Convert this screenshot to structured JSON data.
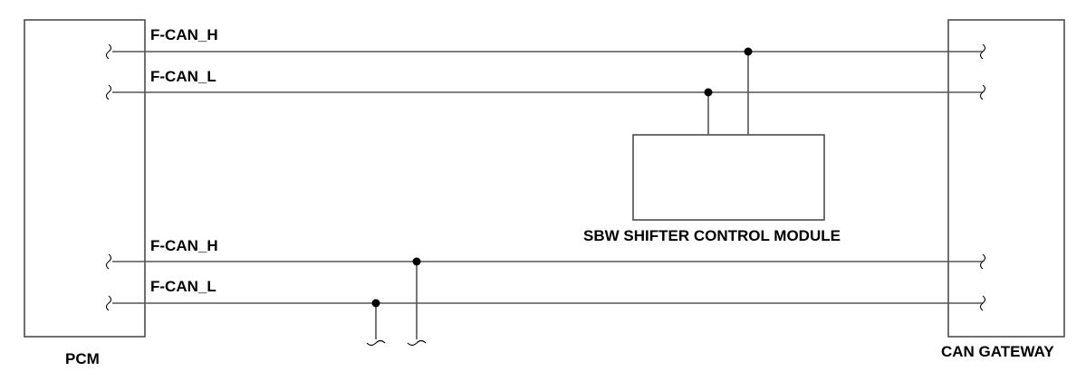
{
  "diagram": {
    "modules": {
      "pcm": "PCM",
      "gateway": "CAN GATEWAY",
      "sbw": "SBW SHIFTER CONTROL MODULE"
    },
    "signals": {
      "upper_high": "F-CAN_H",
      "upper_low": "F-CAN_L",
      "lower_high": "F-CAN_H",
      "lower_low": "F-CAN_L"
    }
  }
}
